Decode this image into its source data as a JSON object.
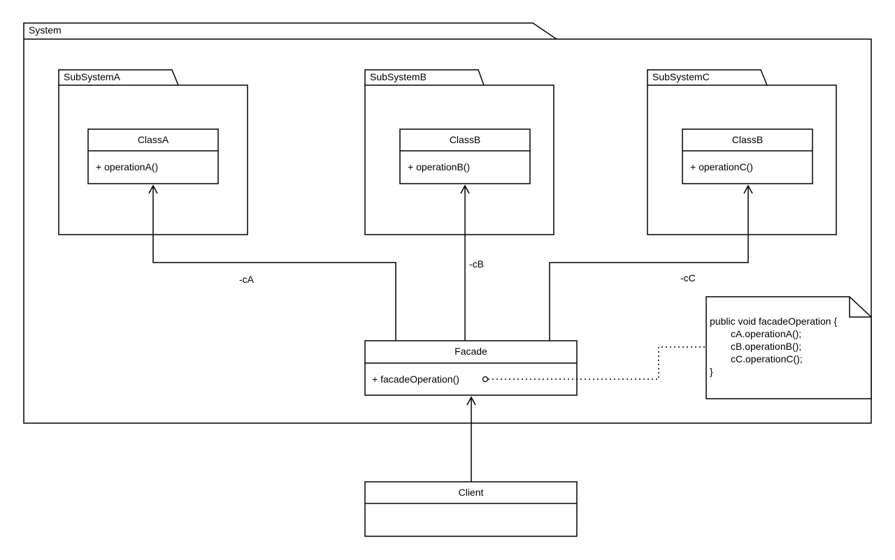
{
  "system": {
    "label": "System"
  },
  "subsystems": [
    {
      "label": "SubSystemA",
      "class_name": "ClassA",
      "operation": "+ operationA()"
    },
    {
      "label": "SubSystemB",
      "class_name": "ClassB",
      "operation": "+ operationB()"
    },
    {
      "label": "SubSystemC",
      "class_name": "ClassB",
      "operation": "+ operationC()"
    }
  ],
  "associations": {
    "a": "-cA",
    "b": "-cB",
    "c": "-cC"
  },
  "facade": {
    "name": "Facade",
    "operation": "+ facadeOperation()"
  },
  "client": {
    "name": "Client"
  },
  "note": {
    "lines": [
      "public void facadeOperation {",
      "cA.operationA();",
      "cB.operationB();",
      "cC.operationC();",
      "}"
    ]
  }
}
